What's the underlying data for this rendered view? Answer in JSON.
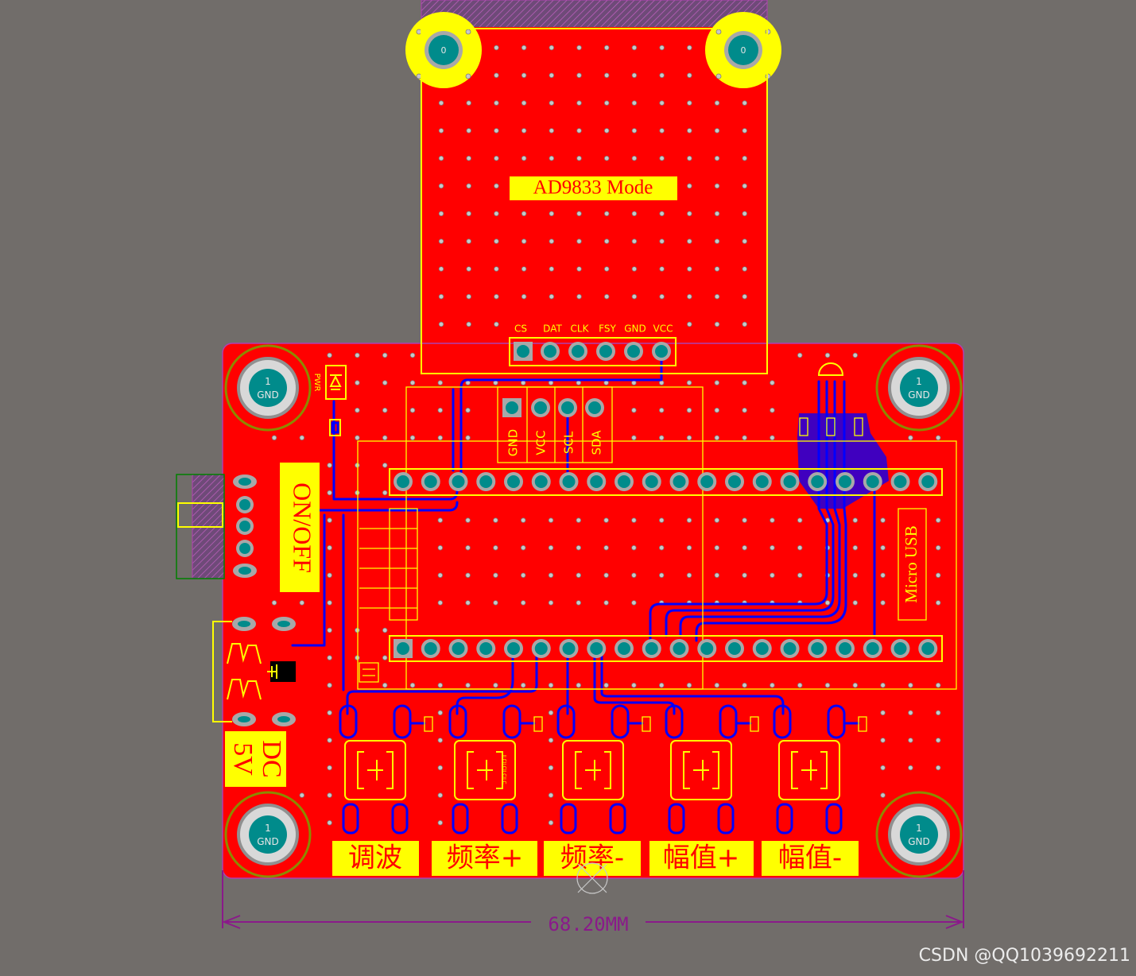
{
  "view": {
    "background": "#716d6a",
    "board_color": "#ff0000",
    "silk_color": "#ffff00",
    "trace_color": "#0000ff",
    "pad_color": "#008b8b",
    "edge_color": "#b040b0",
    "dimension_color": "#8a1a8a"
  },
  "module": {
    "title": "AD9833 Mode",
    "mount_hole_label": "0",
    "pins": [
      "CS",
      "DAT",
      "CLK",
      "FSY",
      "GND",
      "VCC"
    ]
  },
  "mount_holes": {
    "number": "1",
    "net": "GND"
  },
  "led": {
    "label": "PWR"
  },
  "i2c": {
    "pins": [
      "GND",
      "VCC",
      "SCL",
      "SDA"
    ]
  },
  "switch": {
    "label": "ON/OFF"
  },
  "usb": {
    "label": "Micro USB"
  },
  "power": {
    "label_line1": "DC",
    "label_line2": "5V"
  },
  "buttons": [
    {
      "label": "调波"
    },
    {
      "label": "频率+"
    },
    {
      "label": "频率-"
    },
    {
      "label": "幅值+"
    },
    {
      "label": "幅值-"
    }
  ],
  "jlc_mark": "JLCJLCJLCJLC",
  "dimension": {
    "text": "68.20MM"
  },
  "watermark": "CSDN @QQ1039692211"
}
